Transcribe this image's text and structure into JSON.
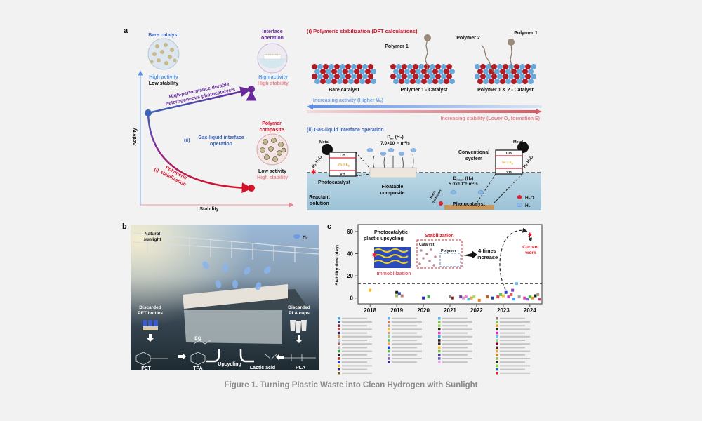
{
  "caption": "Figure 1. Turning Plastic Waste into Clean Hydrogen with Sunlight",
  "panel_a": {
    "label": "a",
    "bare_catalyst": "Bare catalyst",
    "bare_activity": "High activity",
    "bare_stability": "Low stability",
    "interface_title_1": "Interface",
    "interface_title_2": "operation",
    "interface_activity": "High activity",
    "interface_stability": "High stability",
    "composite_title_1": "Polymer",
    "composite_title_2": "composite",
    "composite_activity": "Low activity",
    "composite_stability": "High stability",
    "path_top_1": "High-performance durable",
    "path_top_2": "heterogeneous photocatalysis",
    "path_ii_num": "(ii)",
    "path_ii_1": "Gas-liquid interface",
    "path_ii_2": "operation",
    "path_i_num": "(i)",
    "path_i_1": "Polymeric",
    "path_i_2": "stabilization",
    "y_axis": "Activity",
    "x_axis": "Stability",
    "colors": {
      "blue": "#3a63b8",
      "purple": "#6a2a9a",
      "red": "#d4122a",
      "activity_axis": "#6fa6f0",
      "stability_axis": "#f0a0a8"
    },
    "dft": {
      "title": "(i) Polymeric stabilization (DFT calculations)",
      "structures": [
        "Bare catalyst",
        "Polymer 1 - Catalyst",
        "Polymer 1 & 2 - Catalyst"
      ],
      "polymer1": "Polymer 1",
      "polymer2": "Polymer 2",
      "polymer1b": "Polymer 1",
      "activity_arrow": "Increasing activity (Higher W",
      "activity_sub": "f",
      "activity_end": ")",
      "stability_arrow": "Increasing stability (Lower O",
      "stability_sub": "v",
      "stability_end": " formation E)"
    },
    "interface": {
      "title": "(ii) Gas-liquid interface operation",
      "metal_left": "Metal",
      "metal_right": "Metal",
      "cb": "CB",
      "vb": "VB",
      "hv": "hν > E",
      "hv_sub": "g",
      "h2_h2o": "H₂ H₂O",
      "photocatalyst_left": "Photocatalyst",
      "d_air": "D",
      "d_air_sub": "air",
      "d_air_unit": " (H₂)",
      "d_air_value": "7.0×10⁻⁵ m²/s",
      "floatable_1": "Floatable",
      "floatable_2": "composite",
      "conventional_1": "Conventional",
      "conventional_2": "system",
      "d_water": "D",
      "d_water_sub": "water",
      "d_water_unit": " (H₂)",
      "d_water_value": "5.0×10⁻⁹ m²/s",
      "back_1": "Back",
      "back_2": "oxidation",
      "photocatalyst_bottom": "Photocatalyst",
      "reactant_1": "Reactant",
      "reactant_2": "solution",
      "legend_h2o": "H₂O",
      "legend_h2": "H₂"
    }
  },
  "panel_b": {
    "label": "b",
    "sunlight_1": "Natural",
    "sunlight_2": "sunlight",
    "h2": "H₂",
    "pet_bottles_1": "Discarded",
    "pet_bottles_2": "PET bottles",
    "pla_cups_1": "Discarded",
    "pla_cups_2": "PLA cups",
    "eg": "EG",
    "pet": "PET",
    "tpa": "TPA",
    "upcycling": "Upcycling",
    "lactic_acid": "Lactic acid",
    "pla": "PLA"
  },
  "panel_c": {
    "label": "c",
    "inset_title_1": "Photocatalytic",
    "inset_title_2": "plastic upcycling",
    "stabilization": "Stabilization",
    "catalyst": "Catalyst",
    "polymer": "Polymer",
    "immobilization": "Immobilization",
    "increase_1": "4 times",
    "increase_2": "increase",
    "current_1": "Current",
    "current_2": "work"
  },
  "chart_data": {
    "type": "scatter",
    "ylabel": "Stability time (day)",
    "xlabel": "",
    "xlim": [
      2017.6,
      2024.4
    ],
    "ylim": [
      -4,
      65
    ],
    "xticks": [
      "2018",
      "2019",
      "2020",
      "2021",
      "2022",
      "2023",
      "2024"
    ],
    "yticks": [
      "0",
      "20",
      "40",
      "60"
    ],
    "reference_line_y": 13,
    "points": [
      {
        "x": 2018.0,
        "y": 7,
        "color": "#f0b020"
      },
      {
        "x": 2019.0,
        "y": 5,
        "color": "#222222"
      },
      {
        "x": 2019.1,
        "y": 4,
        "color": "#3050c0"
      },
      {
        "x": 2019.0,
        "y": 2,
        "color": "#a0c060"
      },
      {
        "x": 2019.2,
        "y": 2,
        "color": "#c08080"
      },
      {
        "x": 2020.0,
        "y": 0,
        "color": "#2030c0"
      },
      {
        "x": 2020.2,
        "y": 1,
        "color": "#40b040"
      },
      {
        "x": 2021.0,
        "y": 1,
        "color": "#808080"
      },
      {
        "x": 2021.1,
        "y": 0,
        "color": "#802020"
      },
      {
        "x": 2021.4,
        "y": 1,
        "color": "#6040a0"
      },
      {
        "x": 2021.5,
        "y": 0,
        "color": "#d0a0d0"
      },
      {
        "x": 2021.6,
        "y": 1,
        "color": "#f080c0"
      },
      {
        "x": 2021.7,
        "y": -1,
        "color": "#40c0e0"
      },
      {
        "x": 2021.8,
        "y": 0,
        "color": "#f0a040"
      },
      {
        "x": 2021.9,
        "y": 1,
        "color": "#a0e060"
      },
      {
        "x": 2022.1,
        "y": -2,
        "color": "#f08020"
      },
      {
        "x": 2022.4,
        "y": 1,
        "color": "#c06020"
      },
      {
        "x": 2022.6,
        "y": 0,
        "color": "#2040a0"
      },
      {
        "x": 2022.8,
        "y": 1,
        "color": "#e04040"
      },
      {
        "x": 2022.9,
        "y": 3,
        "color": "#60c060"
      },
      {
        "x": 2023.0,
        "y": 2,
        "color": "#f0c020"
      },
      {
        "x": 2023.1,
        "y": 5,
        "color": "#2040e0"
      },
      {
        "x": 2023.2,
        "y": 1,
        "color": "#c040c0"
      },
      {
        "x": 2023.3,
        "y": 3,
        "color": "#e06060"
      },
      {
        "x": 2023.35,
        "y": 7,
        "color": "#8040c0"
      },
      {
        "x": 2023.4,
        "y": -1,
        "color": "#40a0f0"
      },
      {
        "x": 2023.5,
        "y": 13,
        "color": "#60c0f0"
      },
      {
        "x": 2023.6,
        "y": 1,
        "color": "#a0a0a0"
      },
      {
        "x": 2023.8,
        "y": 0,
        "color": "#f040a0"
      },
      {
        "x": 2023.9,
        "y": -1,
        "color": "#8060e0"
      },
      {
        "x": 2024.0,
        "y": 1,
        "color": "#40c040"
      },
      {
        "x": 2024.1,
        "y": 0,
        "color": "#e0a030"
      },
      {
        "x": 2024.2,
        "y": 2,
        "color": "#202020"
      },
      {
        "x": 2024.3,
        "y": 3,
        "color": "#a0a080"
      },
      {
        "x": 2024.35,
        "y": -1,
        "color": "#c04080"
      }
    ],
    "highlight": {
      "x": 2024.0,
      "y": 57,
      "color": "#e01020",
      "marker": "star"
    }
  },
  "legend_colors": [
    "#4aa8e8",
    "#2050a0",
    "#802030",
    "#c04040",
    "#202060",
    "#e08030",
    "#a0c0e0",
    "#a06060",
    "#b0b0b0",
    "#40a040",
    "#202020",
    "#c02020",
    "#2040e0",
    "#f0c020",
    "#302080",
    "#806020",
    "#60b0f0",
    "#c08060",
    "#b0a0a0",
    "#f0c030",
    "#c0a080",
    "#a0d0a0",
    "#60c060",
    "#f0a060",
    "#2040e0",
    "#50c050",
    "#a0a0d0",
    "#8060a0",
    "#3020a0",
    "#60b0f0",
    "#80c040",
    "#a0d060",
    "#202020",
    "#f040c0",
    "#40a0e0",
    "#202020",
    "#402020",
    "#f0c020",
    "#80c040",
    "#4040a0",
    "#6060c0",
    "#f0a0f0",
    "#808080",
    "#80c040",
    "#e0a020",
    "#202020",
    "#e020c0",
    "#60c0f0",
    "#80d080",
    "#800020",
    "#402020",
    "#e0a040",
    "#d08020",
    "#80c040",
    "#202020",
    "#80e020",
    "#2060c0",
    "#e02020"
  ]
}
